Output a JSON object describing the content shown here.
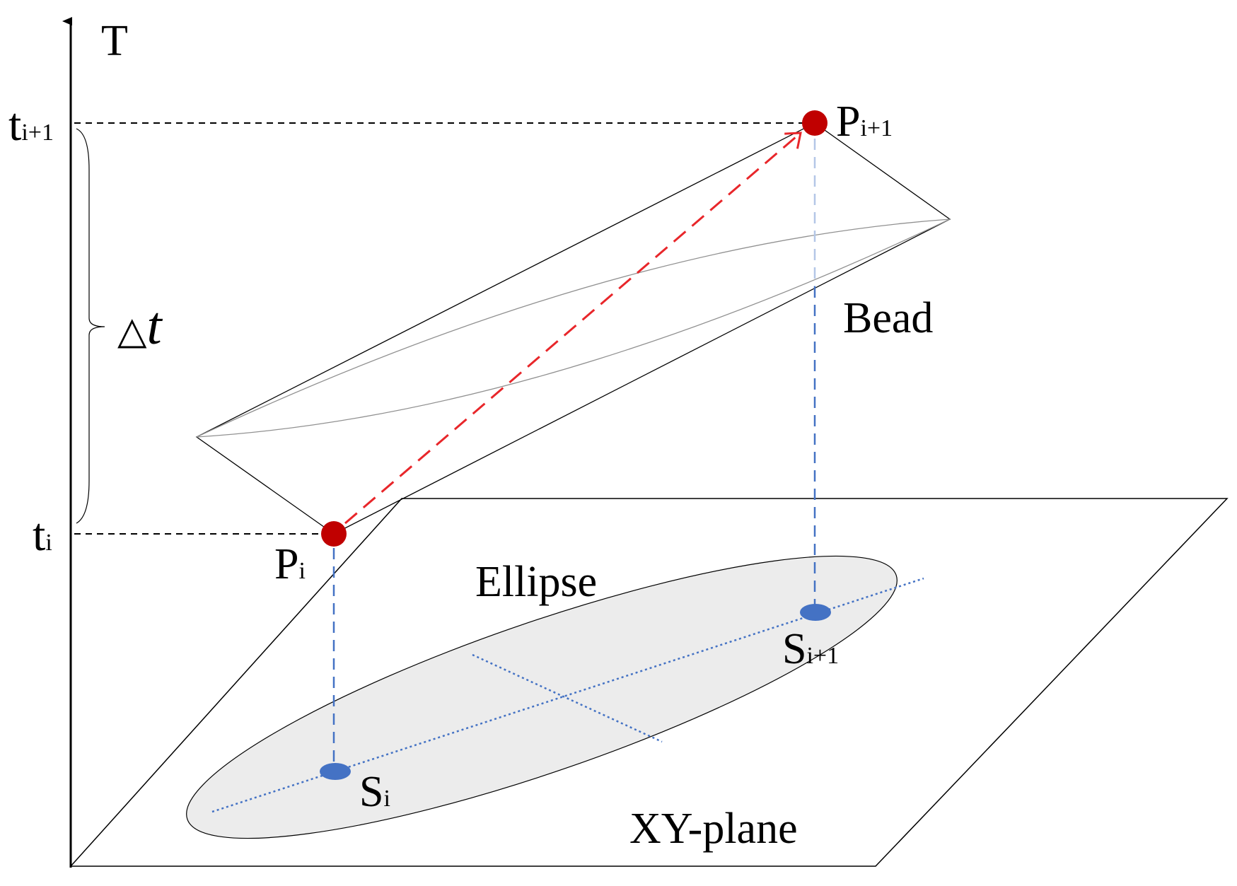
{
  "axis": {
    "label": "T"
  },
  "time_labels": {
    "t_next": {
      "base": "t",
      "sub": "i+1"
    },
    "t_i": {
      "base": "t",
      "sub": "i"
    },
    "delta": {
      "symbol": "△",
      "var": "t"
    }
  },
  "points": {
    "p_i": {
      "base": "P",
      "sub": "i"
    },
    "p_next": {
      "base": "P",
      "sub": "i+1"
    }
  },
  "projections": {
    "s_i": {
      "base": "S",
      "sub": "i"
    },
    "s_next": {
      "base": "S",
      "sub": "i+1"
    }
  },
  "labels": {
    "bead": "Bead",
    "ellipse": "Ellipse",
    "plane": "XY-plane"
  },
  "colors": {
    "point": "#c00000",
    "projection": "#4472c4",
    "vector": "#e8262a",
    "ellipse_fill": "#ececec",
    "outline": "#000000"
  }
}
